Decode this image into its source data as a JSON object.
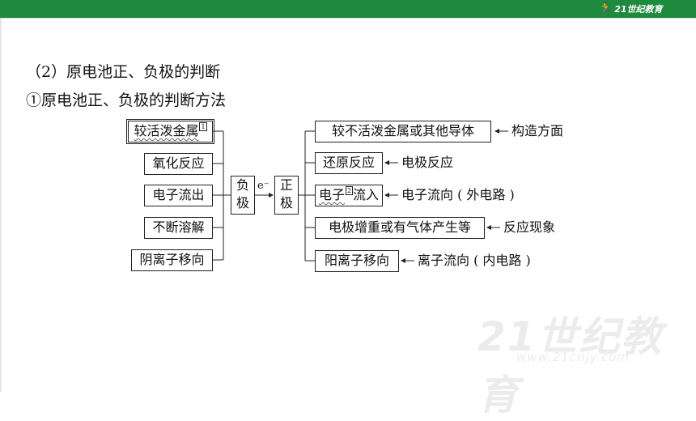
{
  "header": {
    "brand": "21世纪教育"
  },
  "headings": {
    "line1": "（2）原电池正、负极的判断",
    "line2": "①原电池正、负极的判断方法"
  },
  "negative_side": {
    "items": [
      {
        "label": "较活泼金属",
        "mark": "1"
      },
      {
        "label": "氧化反应"
      },
      {
        "label": "电子流出"
      },
      {
        "label": "不断溶解"
      },
      {
        "label": "阴离子移向"
      }
    ],
    "pole_label": "负极"
  },
  "electron_label": "e⁻",
  "positive_side": {
    "pole_label": "正极",
    "items": [
      {
        "label": "较不活泼金属或其他导体",
        "note": "构造方面"
      },
      {
        "label": "还原反应",
        "note": "电极反应"
      },
      {
        "label_a": "电子",
        "mark": "2",
        "label_b": "流入",
        "note": "电子流向 ( 外电路 )"
      },
      {
        "label": "电极增重或有气体产生等",
        "note": "反应现象"
      },
      {
        "label": "阳离子移向",
        "note": "离子流向 ( 内电路 )"
      }
    ]
  },
  "watermark": {
    "brand": "21世纪教育",
    "url": "www.21cnjy.com"
  },
  "colors": {
    "header_bar": "#1e8a3d",
    "text": "#111111"
  }
}
